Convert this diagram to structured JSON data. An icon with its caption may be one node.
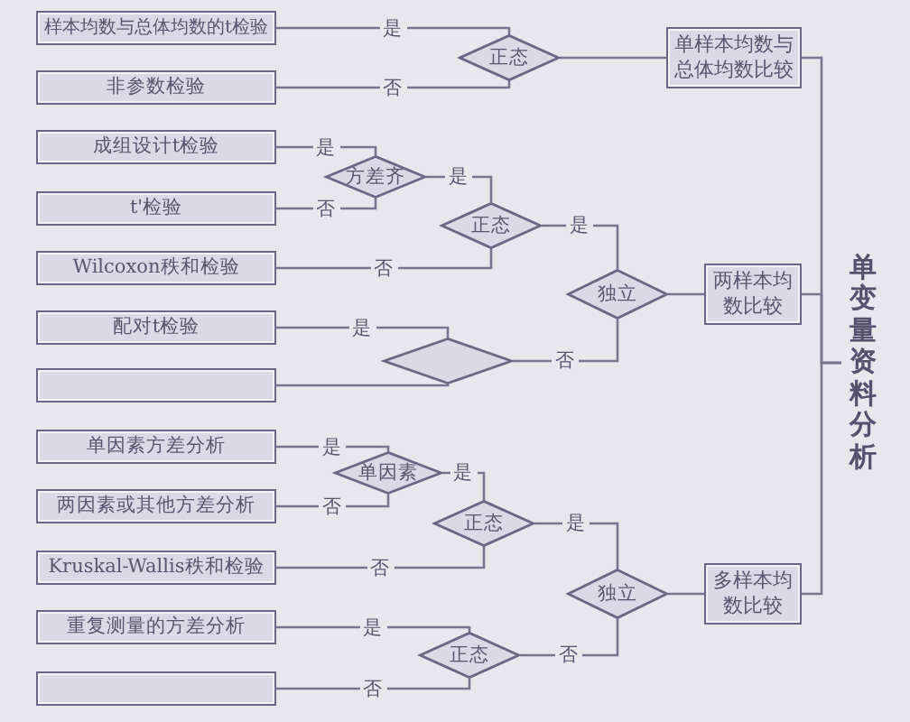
{
  "diagram": {
    "nodes": [
      {
        "text": [
          "样本均数与总体均数的t检验"
        ]
      },
      {
        "text": [
          "正态"
        ]
      },
      {
        "text": [
          "单样本均数与总体均数比较"
        ]
      },
      {
        "text": [
          "非参数检验"
        ]
      },
      {
        "text": [
          "成组设计t检验"
        ]
      },
      {
        "text": [
          "方差齐"
        ]
      },
      {
        "text": [
          "t'检验"
        ]
      },
      {
        "text": [
          "正态"
        ]
      },
      {
        "text": [
          "Wilcoxon秩和检验"
        ]
      },
      {
        "text": [
          "独立"
        ]
      },
      {
        "text": [
          "两样本均数比较"
        ]
      },
      {
        "text": [
          "配对t检验"
        ]
      },
      {
        "text": [
          "单变量资料分析"
        ]
      },
      {
        "text": [],
        "shape": "diamond"
      },
      {
        "text": [],
        "shape": "box"
      },
      {
        "text": [
          "单因素方差分析"
        ]
      },
      {
        "text": [
          "单因素"
        ]
      },
      {
        "text": [
          "两因素或其他方差分析"
        ]
      },
      {
        "text": [
          "正态"
        ]
      },
      {
        "text": [
          "Kruskal-Wallis秩和检验"
        ]
      },
      {
        "text": [
          "独立"
        ]
      },
      {
        "text": [
          "多样本均数比较"
        ]
      },
      {
        "text": [
          "重复测量的方差分析"
        ]
      },
      {
        "text": [
          "正态"
        ]
      },
      {
        "text": [],
        "shape": "box"
      }
    ],
    "edges": [
      {
        "from": 12,
        "to": 2,
        "arrow": "none"
      },
      {
        "from": 12,
        "to": 10,
        "arrow": "none"
      },
      {
        "from": 12,
        "to": 21,
        "arrow": "none"
      },
      {
        "from": 2,
        "to": 1,
        "arrow": "none"
      },
      {
        "from": 1,
        "to": 0,
        "arrow": "none",
        "label": "是"
      },
      {
        "from": 1,
        "to": 3,
        "arrow": "none",
        "label": "否"
      },
      {
        "from": 10,
        "to": 9,
        "arrow": "none"
      },
      {
        "from": 9,
        "to": 7,
        "arrow": "none",
        "label": "是"
      },
      {
        "from": 9,
        "to": 13,
        "arrow": "none",
        "label": "否"
      },
      {
        "from": 7,
        "to": 5,
        "arrow": "none",
        "label": "是"
      },
      {
        "from": 7,
        "to": 8,
        "arrow": "none",
        "label": "否"
      },
      {
        "from": 5,
        "to": 4,
        "arrow": "none",
        "label": "是"
      },
      {
        "from": 5,
        "to": 6,
        "arrow": "none",
        "label": "否"
      },
      {
        "from": 13,
        "to": 11,
        "arrow": "none",
        "label": "是"
      },
      {
        "from": 13,
        "to": 14,
        "arrow": "none"
      },
      {
        "from": 21,
        "to": 20,
        "arrow": "none"
      },
      {
        "from": 20,
        "to": 18,
        "arrow": "none",
        "label": "是"
      },
      {
        "from": 20,
        "to": 23,
        "arrow": "none",
        "label": "否"
      },
      {
        "from": 18,
        "to": 16,
        "arrow": "none",
        "label": "是"
      },
      {
        "from": 18,
        "to": 19,
        "arrow": "none",
        "label": "否"
      },
      {
        "from": 16,
        "to": 15,
        "arrow": "none",
        "label": "是"
      },
      {
        "from": 16,
        "to": 17,
        "arrow": "none",
        "label": "否"
      },
      {
        "from": 23,
        "to": 22,
        "arrow": "none",
        "label": "是"
      },
      {
        "from": 23,
        "to": 24,
        "arrow": "none",
        "label": "否"
      }
    ]
  }
}
